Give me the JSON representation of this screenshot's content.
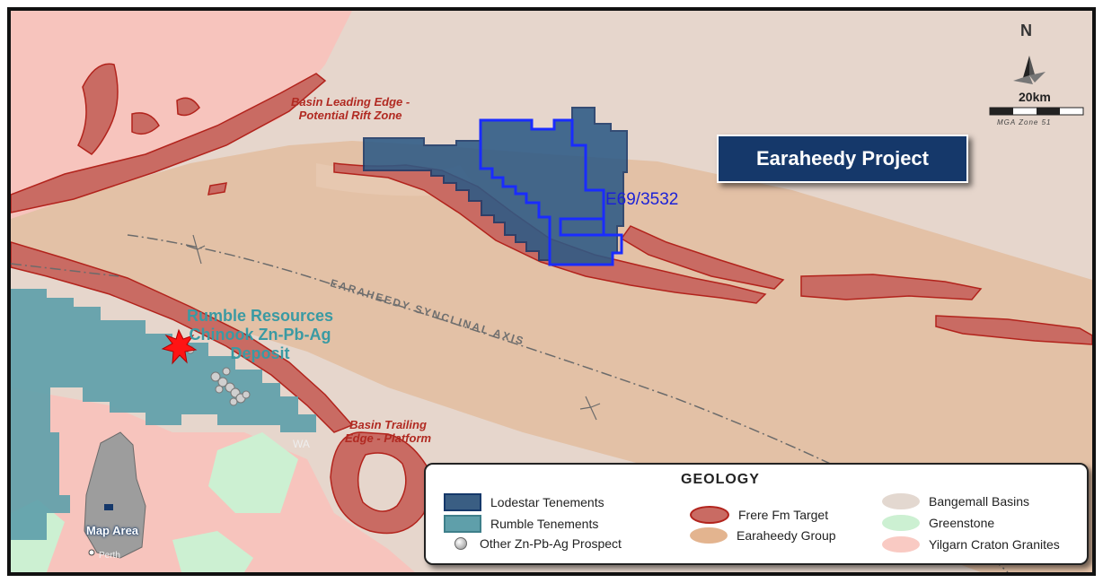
{
  "map": {
    "project_title": "Earaheedy Project",
    "tenement_id": "E69/3532",
    "zone_labels": {
      "leading_edge": [
        "Basin Leading Edge -",
        "Potential Rift Zone"
      ],
      "trailing_edge": [
        "Basin Trailing",
        "Edge - Platform"
      ]
    },
    "deposit_label": [
      "Rumble Resources",
      "Chinook Zn-Pb-Ag",
      "Deposit"
    ],
    "synclinal_axis": "EARAHEEDY SYNCLINAL AXIS",
    "north_arrow": "N",
    "scale_bar": {
      "distance": "20km",
      "zone": "MGA Zone 51"
    },
    "inset": {
      "region": "WA",
      "marker": "Map Area",
      "city": "Perth"
    }
  },
  "legend": {
    "tenements": [
      {
        "label": "Lodestar Tenements",
        "icon": "lodestar-swatch"
      },
      {
        "label": "Rumble Tenements",
        "icon": "rumble-swatch"
      },
      {
        "label": "Other Zn-Pb-Ag Prospect",
        "icon": "prospect-dot"
      }
    ],
    "geology_heading": "GEOLOGY",
    "geology": [
      {
        "label": "Frere Fm Target",
        "color": "#c96b63"
      },
      {
        "label": "Earaheedy Group",
        "color": "#e3b48f"
      },
      {
        "label": "Bangemall Basins",
        "color": "#e3d8d0"
      },
      {
        "label": "Greenstone",
        "color": "#ccf0d2"
      },
      {
        "label": "Yilgarn Craton Granites",
        "color": "#f9cac3"
      }
    ]
  },
  "colors": {
    "lodestar_fill": "#2d5a86",
    "lodestar_outline": "#1a2cff",
    "rumble_fill": "#5f9faa",
    "frere": "#c96b63",
    "frere_outline": "#b2231c",
    "earaheedy": "#e3c1a6",
    "bangemall": "#e6d6cc",
    "yilgarn": "#f7c4bd",
    "greenstone": "#ccf0d2",
    "deposit_star": "#ff1414"
  }
}
